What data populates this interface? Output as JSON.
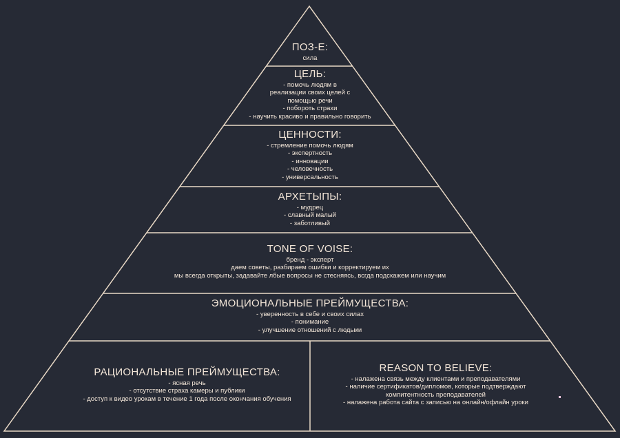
{
  "colors": {
    "background": "#262a35",
    "line": "#e9d9c6",
    "text": "#f3e6d8"
  },
  "levels": {
    "pose": {
      "title": "ПОЗ-Е:",
      "lines": [
        "сила"
      ]
    },
    "goal": {
      "title": "ЦЕЛЬ:",
      "lines": [
        "- помочь людям в",
        "реализации своих целей с",
        "помощью речи",
        "- побороть страхи",
        "- научить красиво и правильно говорить"
      ]
    },
    "values": {
      "title": "ЦЕННОСТИ:",
      "lines": [
        "- стремление помочь людям",
        "- экспертность",
        "- инновации",
        "- человечность",
        "- универсальность"
      ]
    },
    "archetypes": {
      "title": "АРХЕТЫПЫ:",
      "lines": [
        "- мудрец",
        "- славный малый",
        "- заботливый"
      ]
    },
    "tone": {
      "title": "TONE OF VOISE:",
      "lines": [
        "бренд - эксперт",
        "даем советы, разбираем ошибки и корректируем их",
        "мы всегда открыты, задавайте лбые вопросы не стесняясь, всгда подскажем или научим"
      ]
    },
    "emotional": {
      "title": "ЭМОЦИОНАЛЬНЫЕ ПРЕЙМУЩЕСТВА:",
      "lines": [
        "- уверенность в себе и своих силах",
        "- понимание",
        "- улучшение отношений с людьми"
      ]
    },
    "rational": {
      "title": "РАЦИОНАЛЬНЫЕ ПРЕЙМУЩЕСТВА:",
      "lines": [
        "- ясная речь",
        "- отсутствие страха камеры и публики",
        "- доступ к видео урокам в течение 1 года после окончания обучения"
      ]
    },
    "reason": {
      "title": "REASON TO BELIEVE:",
      "lines": [
        "- налажена связь между клиентами и преподавателями",
        "- наличие сертификатов/дипломов, которые подтверждают",
        "компитентность преподавателей",
        "- налажена работа сайта с записью на онлайн/офлайн уроки"
      ]
    }
  }
}
